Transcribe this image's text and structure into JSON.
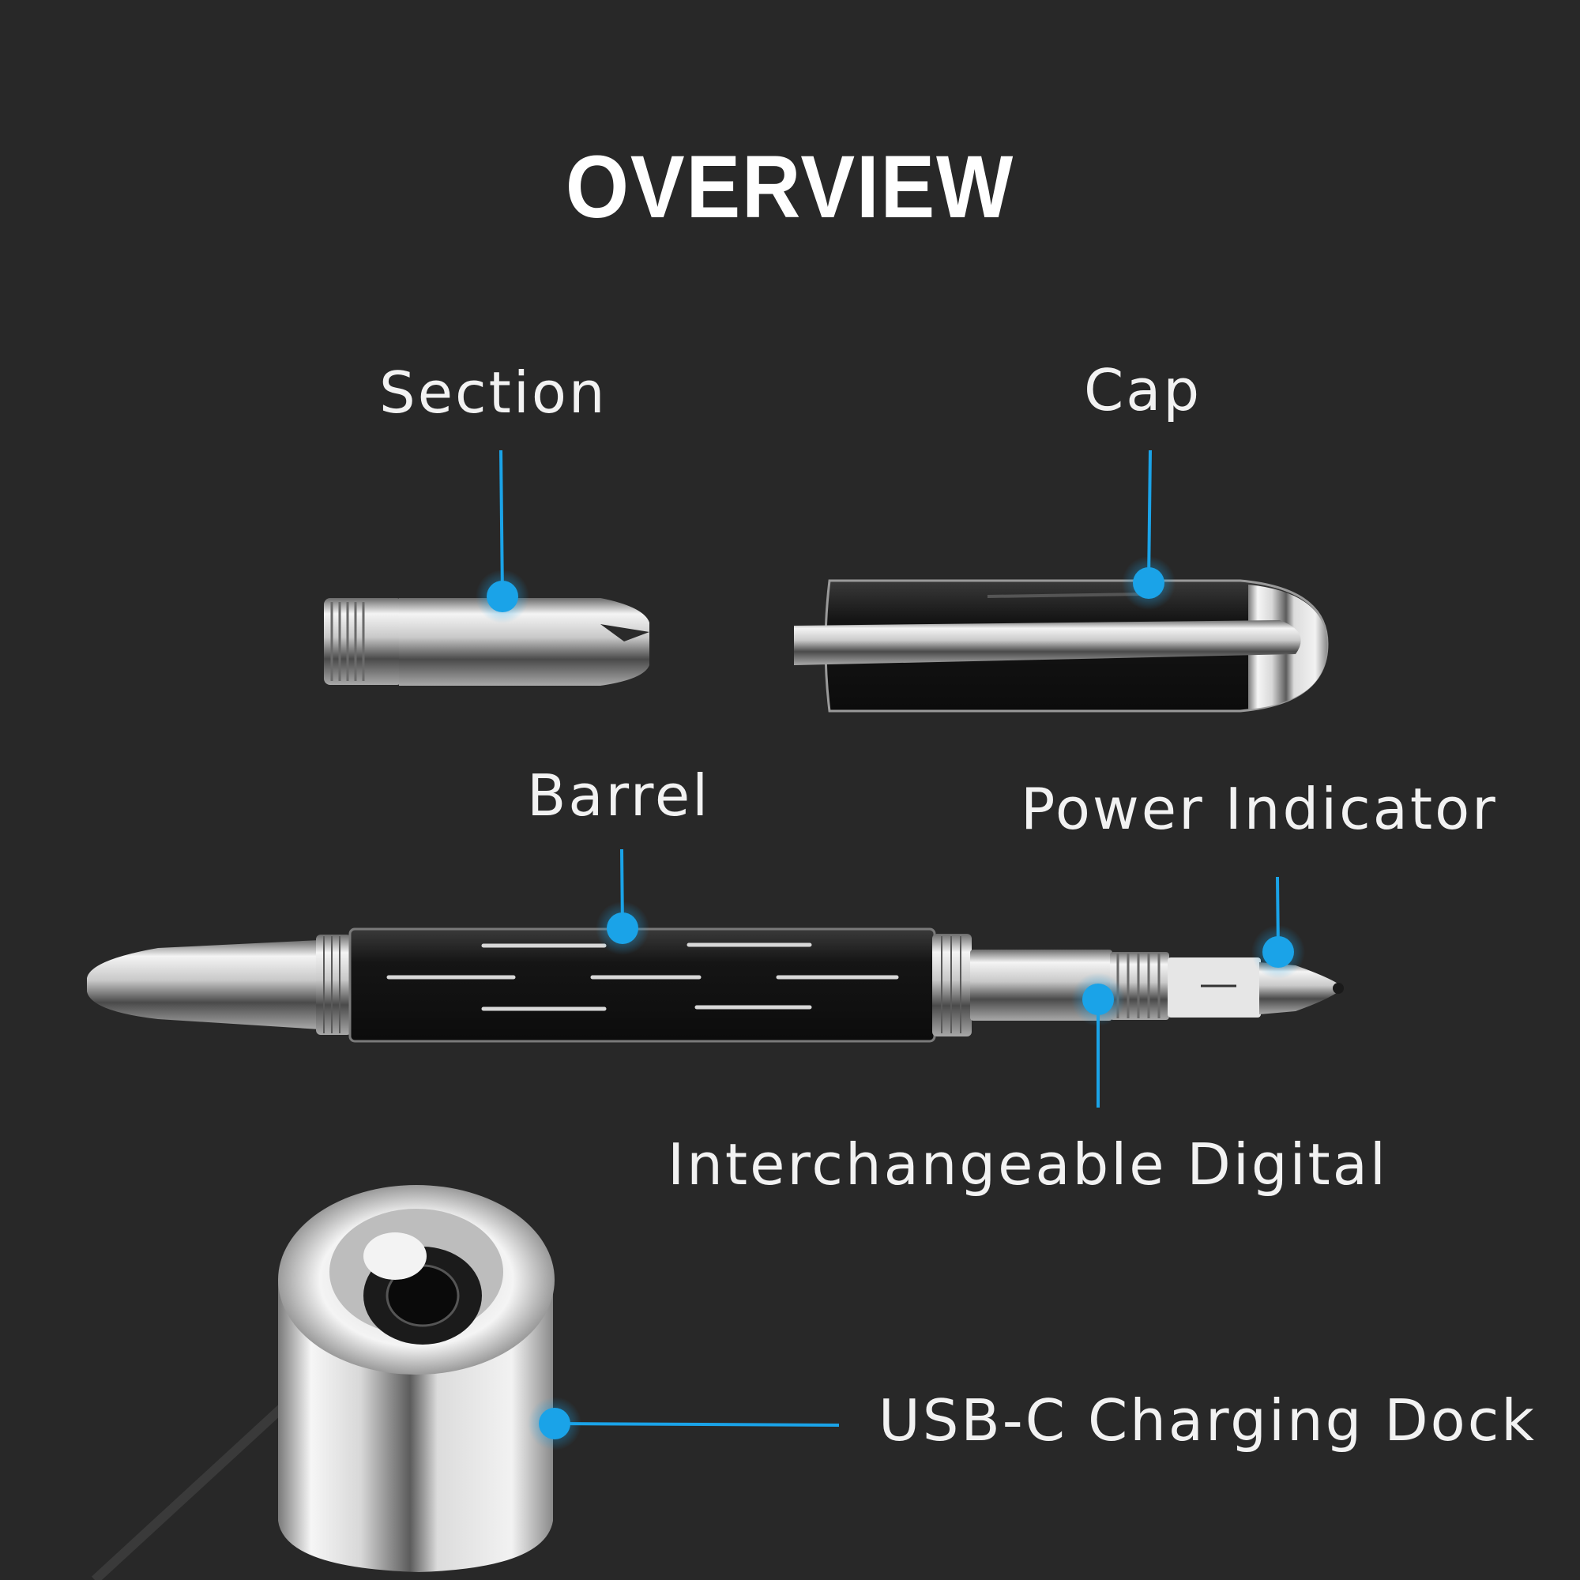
{
  "title": "OVERVIEW",
  "colors": {
    "background": "#282828",
    "callout": "#1aa3e8",
    "text": "#f2f2f2"
  },
  "callouts": {
    "section": "Section",
    "cap": "Cap",
    "barrel": "Barrel",
    "power_indicator": "Power Indicator",
    "interchangeable_digital": "Interchangeable Digital",
    "charging_dock": "USB-C Charging Dock"
  }
}
